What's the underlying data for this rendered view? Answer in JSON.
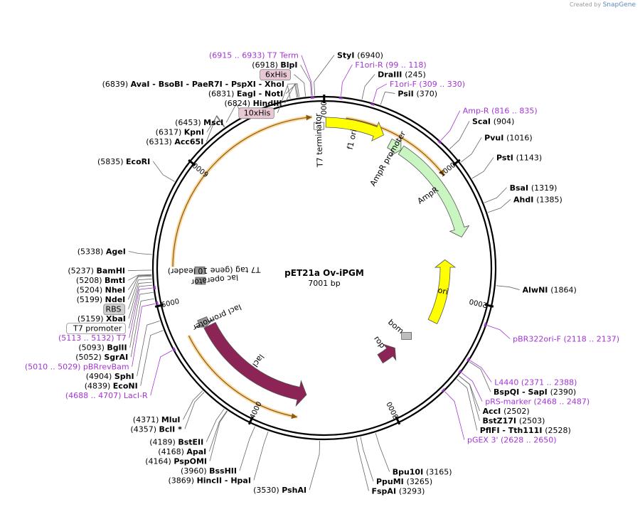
{
  "credit": {
    "prefix": "Created by",
    "brand": "SnapGene"
  },
  "plasmid": {
    "name": "pET21a Ov-iPGM",
    "length": 7001,
    "length_label": "7001 bp"
  },
  "colors": {
    "backbone": "#000000",
    "primer": "#a335d4",
    "leader": "#999999",
    "promoter": "#c8f5c0",
    "ori": "#ffff00",
    "lacI": "#8c2455",
    "orf": "#f5a623",
    "tag": "#cc8fa6",
    "rbs": "#bdbdbd",
    "terminator": "#ffffff"
  },
  "ticks": [
    {
      "pos": 1000,
      "label": "1000"
    },
    {
      "pos": 2000,
      "label": "2000"
    },
    {
      "pos": 3000,
      "label": "3000"
    },
    {
      "pos": 4000,
      "label": "4000"
    },
    {
      "pos": 5000,
      "label": "5000"
    },
    {
      "pos": 6000,
      "label": "6000"
    },
    {
      "pos": 7000,
      "label": "7000"
    }
  ],
  "features": [
    {
      "name": "f1 ori",
      "type": "ori",
      "start": 12,
      "end": 468,
      "strand": 1,
      "label": "f1 ori"
    },
    {
      "name": "AmpR promoter",
      "type": "promoter",
      "start": 538,
      "end": 642,
      "strand": 1,
      "label": "AmpR promoter"
    },
    {
      "name": "AmpR",
      "type": "promoter",
      "start": 643,
      "end": 1503,
      "strand": 1,
      "label": "AmpR"
    },
    {
      "name": "ori",
      "type": "ori",
      "start": 1674,
      "end": 2262,
      "strand": -1,
      "label": "ori"
    },
    {
      "name": "bom",
      "type": "rbs",
      "start": 2448,
      "end": 2590,
      "strand": 0,
      "label": "bom"
    },
    {
      "name": "rop",
      "type": "lacI",
      "start": 2694,
      "end": 2885,
      "strand": -1,
      "label": "rop"
    },
    {
      "name": "lacI",
      "type": "lacI",
      "start": 3656,
      "end": 4735,
      "strand": -1,
      "label": "lacI"
    },
    {
      "name": "lacI promoter",
      "type": "leader",
      "start": 4736,
      "end": 4813,
      "strand": -1,
      "label": "lacI promoter"
    },
    {
      "name": "lac operator",
      "type": "leader",
      "start": 5124,
      "end": 5148,
      "strand": 0,
      "label": "lac operator"
    },
    {
      "name": "T7 tag (gene 10 leader)",
      "type": "leader",
      "start": 5214,
      "end": 5246,
      "strand": 0,
      "label": "T7 tag (gene 10 leader)"
    },
    {
      "name": "T7 terminator",
      "type": "terminator",
      "start": 6936,
      "end": 6983,
      "strand": 0,
      "label": "T7 terminator"
    }
  ],
  "orfs": [
    {
      "start": 160,
      "end": 1020,
      "strand": 1,
      "label": ""
    },
    {
      "start": 3700,
      "end": 4735,
      "strand": -1,
      "label": ""
    },
    {
      "start": 5260,
      "end": 6910,
      "strand": 1,
      "label": ""
    }
  ],
  "sites": [
    {
      "pos": 6940,
      "text": "StyI",
      "num": "(6940)",
      "layout": "r"
    },
    {
      "pos": 245,
      "text": "DraIII",
      "num": "(245)",
      "layout": "r"
    },
    {
      "pos": 370,
      "text": "PsiI",
      "num": "(370)",
      "layout": "r"
    },
    {
      "pos": 904,
      "text": "ScaI",
      "num": "(904)",
      "layout": "r"
    },
    {
      "pos": 1016,
      "text": "PvuI",
      "num": "(1016)",
      "layout": "r"
    },
    {
      "pos": 1143,
      "text": "PstI",
      "num": "(1143)",
      "layout": "r"
    },
    {
      "pos": 1319,
      "text": "BsaI",
      "num": "(1319)",
      "layout": "r"
    },
    {
      "pos": 1385,
      "text": "AhdI",
      "num": "(1385)",
      "layout": "r"
    },
    {
      "pos": 1864,
      "text": "AlwNI",
      "num": "(1864)",
      "layout": "r"
    },
    {
      "pos": 2390,
      "text": "BspQI  -  SapI",
      "num": "(2390)",
      "layout": "r"
    },
    {
      "pos": 2502,
      "text": "AccI",
      "num": "(2502)",
      "layout": "r"
    },
    {
      "pos": 2503,
      "text": "BstZ17I",
      "num": "(2503)",
      "layout": "r"
    },
    {
      "pos": 2528,
      "text": "PflFI  -  Tth111I",
      "num": "(2528)",
      "layout": "r"
    },
    {
      "pos": 3165,
      "text": "Bpu10I",
      "num": "(3165)",
      "layout": "r"
    },
    {
      "pos": 3265,
      "text": "PpuMI",
      "num": "(3265)",
      "layout": "r"
    },
    {
      "pos": 3293,
      "text": "FspAI",
      "num": "(3293)",
      "layout": "r"
    },
    {
      "pos": 3530,
      "text": "PshAI",
      "num": "(3530)",
      "layout": "l"
    },
    {
      "pos": 3869,
      "text": "HincII  -  HpaI",
      "num": "(3869)",
      "layout": "l"
    },
    {
      "pos": 3960,
      "text": "BssHII",
      "num": "(3960)",
      "layout": "l"
    },
    {
      "pos": 4164,
      "text": "PspOMI",
      "num": "(4164)",
      "layout": "l"
    },
    {
      "pos": 4168,
      "text": "ApaI",
      "num": "(4168)",
      "layout": "l"
    },
    {
      "pos": 4189,
      "text": "BstEII",
      "num": "(4189)",
      "layout": "l"
    },
    {
      "pos": 4357,
      "text": "BclI *",
      "num": "(4357)",
      "layout": "l"
    },
    {
      "pos": 4371,
      "text": "MluI",
      "num": "(4371)",
      "layout": "l"
    },
    {
      "pos": 4839,
      "text": "EcoNI",
      "num": "(4839)",
      "layout": "l"
    },
    {
      "pos": 4904,
      "text": "SphI",
      "num": "(4904)",
      "layout": "l"
    },
    {
      "pos": 5052,
      "text": "SgrAI",
      "num": "(5052)",
      "layout": "l"
    },
    {
      "pos": 5093,
      "text": "BglII",
      "num": "(5093)",
      "layout": "l"
    },
    {
      "pos": 5159,
      "text": "XbaI",
      "num": "(5159)",
      "layout": "l"
    },
    {
      "pos": 5199,
      "text": "NdeI",
      "num": "(5199)",
      "layout": "l"
    },
    {
      "pos": 5204,
      "text": "NheI",
      "num": "(5204)",
      "layout": "l"
    },
    {
      "pos": 5208,
      "text": "BmtI",
      "num": "(5208)",
      "layout": "l"
    },
    {
      "pos": 5237,
      "text": "BamHI",
      "num": "(5237)",
      "layout": "l"
    },
    {
      "pos": 5338,
      "text": "AgeI",
      "num": "(5338)",
      "layout": "l"
    },
    {
      "pos": 5835,
      "text": "EcoRI",
      "num": "(5835)",
      "layout": "l"
    },
    {
      "pos": 6313,
      "text": "Acc65I",
      "num": "(6313)",
      "layout": "l"
    },
    {
      "pos": 6317,
      "text": "KpnI",
      "num": "(6317)",
      "layout": "l"
    },
    {
      "pos": 6453,
      "text": "MscI",
      "num": "(6453)",
      "layout": "l"
    },
    {
      "pos": 6824,
      "text": "HindIII",
      "num": "(6824)",
      "layout": "l"
    },
    {
      "pos": 6831,
      "text": "EagI  -  NotI",
      "num": "(6831)",
      "layout": "l"
    },
    {
      "pos": 6839,
      "text": "AvaI  -  BsoBI  -  PaeR7I  -  PspXI  -  XhoI",
      "num": "(6839)",
      "layout": "l"
    },
    {
      "pos": 6918,
      "text": "BlpI",
      "num": "(6918)",
      "layout": "l"
    }
  ],
  "primers": [
    {
      "pos": 6924,
      "text": "T7 Term",
      "range": "(6915 .. 6933)",
      "layout": "l"
    },
    {
      "pos": 108,
      "text": "F1ori-R",
      "range": "(99 .. 118)",
      "layout": "r"
    },
    {
      "pos": 319,
      "text": "F1ori-F",
      "range": "(309 .. 330)",
      "layout": "r"
    },
    {
      "pos": 825,
      "text": "Amp-R",
      "range": "(816 .. 835)",
      "layout": "r"
    },
    {
      "pos": 2127,
      "text": "pBR322ori-F",
      "range": "(2118 .. 2137)",
      "layout": "r"
    },
    {
      "pos": 2380,
      "text": "L4440",
      "range": "(2371 .. 2388)",
      "layout": "r"
    },
    {
      "pos": 2477,
      "text": "pRS-marker",
      "range": "(2468 .. 2487)",
      "layout": "r"
    },
    {
      "pos": 2639,
      "text": "pGEX 3'",
      "range": "(2628 .. 2650)",
      "layout": "r"
    },
    {
      "pos": 4697,
      "text": "LacI-R",
      "range": "(4688 .. 4707)",
      "layout": "l"
    },
    {
      "pos": 5019,
      "text": "pBRrevBam",
      "range": "(5010 .. 5029)",
      "layout": "l"
    },
    {
      "pos": 5122,
      "text": "T7",
      "range": "(5113 .. 5132)",
      "layout": "l"
    }
  ],
  "boxes": [
    {
      "pos": 6880,
      "text": "6xHis",
      "style": "his"
    },
    {
      "pos": 6780,
      "text": "10xHis",
      "style": "his"
    },
    {
      "pos": 5180,
      "text": "RBS",
      "style": "rbs"
    },
    {
      "pos": 5140,
      "text": "T7 promoter",
      "style": "plain"
    }
  ]
}
